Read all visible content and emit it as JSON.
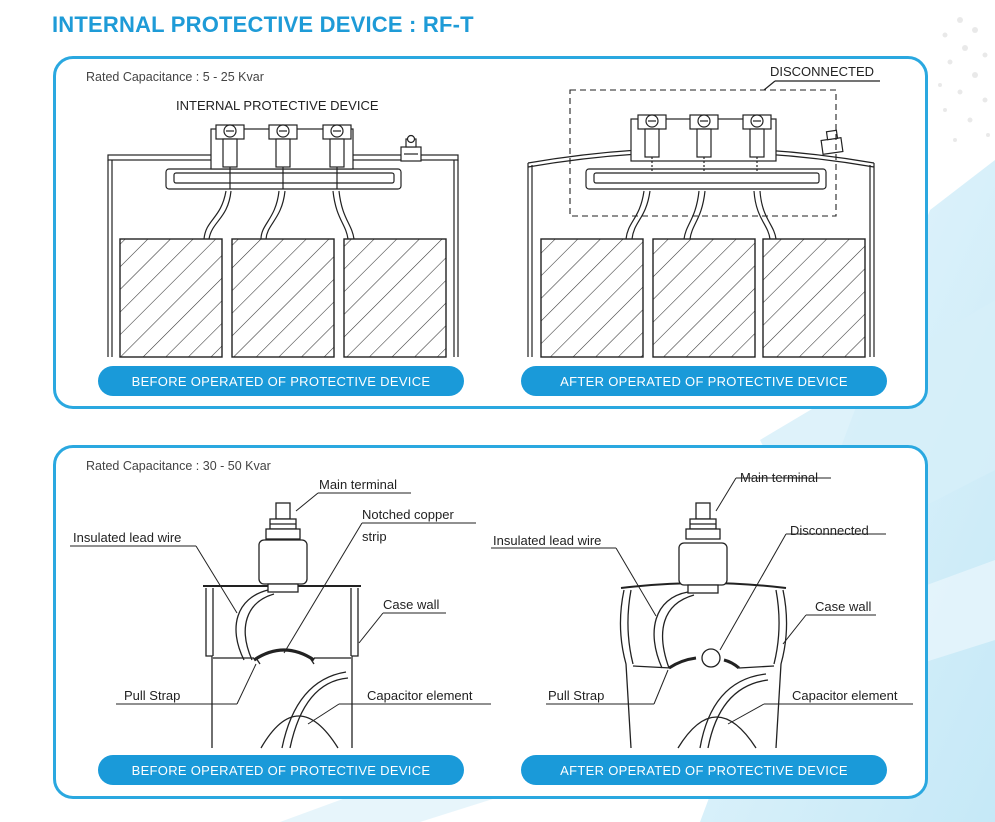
{
  "page": {
    "title": "INTERNAL PROTECTIVE DEVICE : RF-T"
  },
  "panel_top": {
    "rated": "Rated Capacitance : 5 - 25 Kvar",
    "device_label": "INTERNAL PROTECTIVE DEVICE",
    "disconnected_label": "DISCONNECTED",
    "before_label": "BEFORE OPERATED OF PROTECTIVE DEVICE",
    "after_label": "AFTER OPERATED OF PROTECTIVE DEVICE"
  },
  "panel_bottom": {
    "rated": "Rated Capacitance : 30 - 50 Kvar",
    "before_label": "BEFORE OPERATED OF PROTECTIVE DEVICE",
    "after_label": "AFTER OPERATED OF PROTECTIVE DEVICE",
    "left": {
      "main_terminal": "Main terminal",
      "notched_line1": "Notched copper",
      "notched_line2": "strip",
      "insulated_lead": "Insulated lead wire",
      "case_wall": "Case wall",
      "pull_strap": "Pull Strap",
      "capacitor_element": "Capacitor element"
    },
    "right": {
      "main_terminal": "Main terminal",
      "disconnected": "Disconnected",
      "insulated_lead": "Insulated lead wire",
      "case_wall": "Case wall",
      "pull_strap": "Pull Strap",
      "capacitor_element": "Capacitor element"
    }
  },
  "colors": {
    "accent": "#1e9bd7",
    "panel_border": "#2aa8e0",
    "pill": "#1a9ad9",
    "line": "#222222"
  }
}
